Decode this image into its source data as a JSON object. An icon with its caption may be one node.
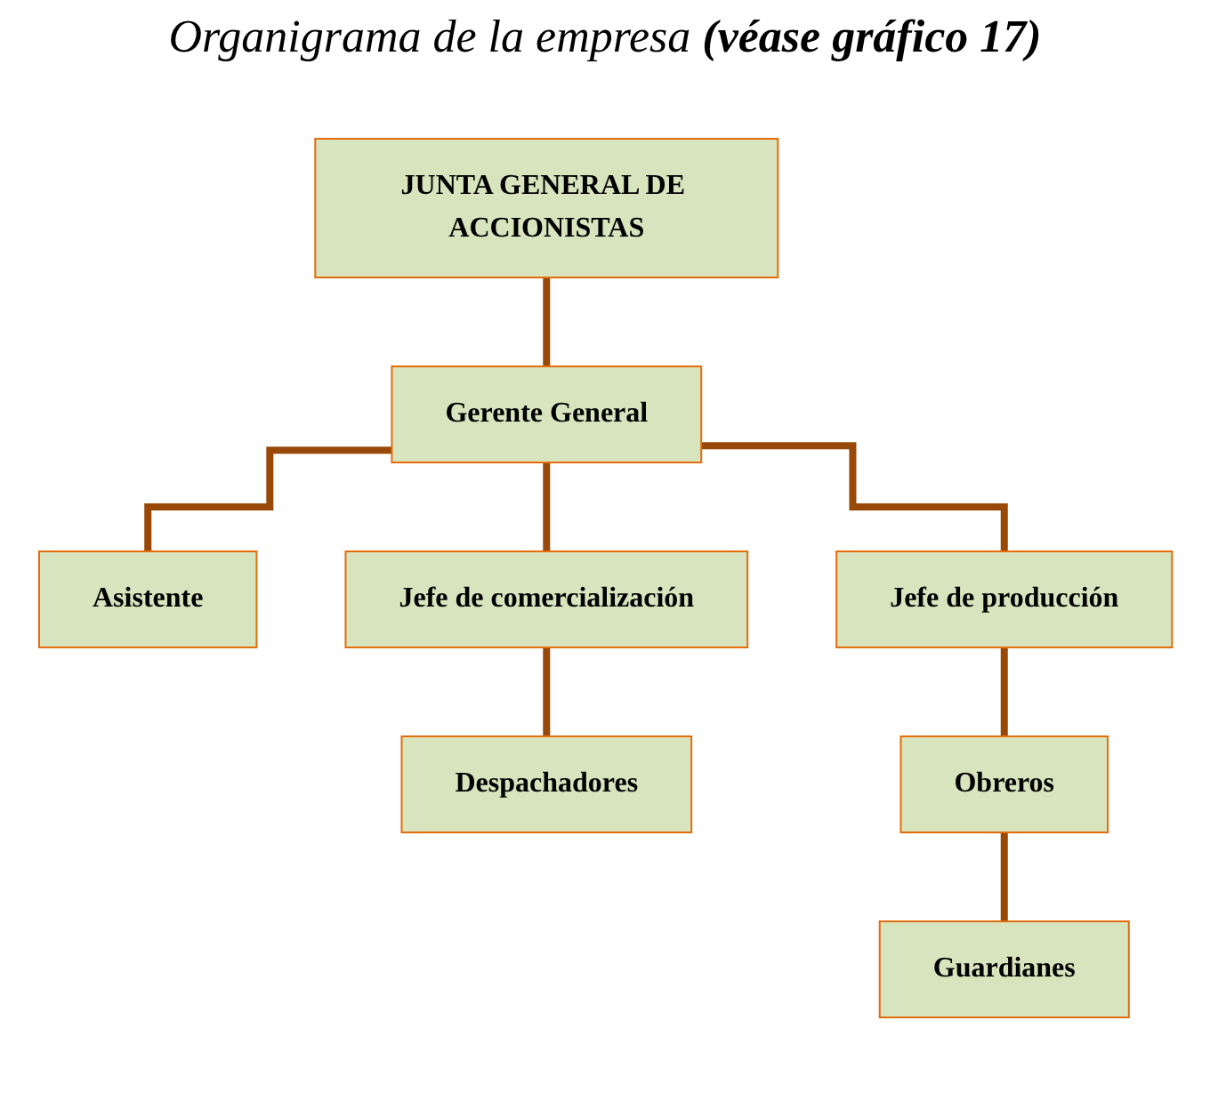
{
  "diagram": {
    "title": "Organigrama de la empresa **(véase gráfico 17)**",
    "nodes": [
      {
        "text": [
          "JUNTA GENERAL DE ACCIONISTAS"
        ]
      },
      {
        "text": [
          "Gerente General"
        ]
      },
      {
        "text": [
          "Asistente"
        ]
      },
      {
        "text": [
          "Jefe de comercialización"
        ]
      },
      {
        "text": [
          "Jefe de producción"
        ]
      },
      {
        "text": [
          "Despachadores"
        ]
      },
      {
        "text": [
          "Obreros"
        ]
      },
      {
        "text": [
          "Guardianes"
        ]
      }
    ],
    "edges": [
      {
        "from": 0,
        "to": 1,
        "arrow": "none"
      },
      {
        "from": 1,
        "to": 2,
        "arrow": "none"
      },
      {
        "from": 1,
        "to": 3,
        "arrow": "none"
      },
      {
        "from": 1,
        "to": 4,
        "arrow": "none"
      },
      {
        "from": 3,
        "to": 5,
        "arrow": "none"
      },
      {
        "from": 4,
        "to": 6,
        "arrow": "none"
      },
      {
        "from": 6,
        "to": 7,
        "arrow": "none"
      }
    ]
  }
}
